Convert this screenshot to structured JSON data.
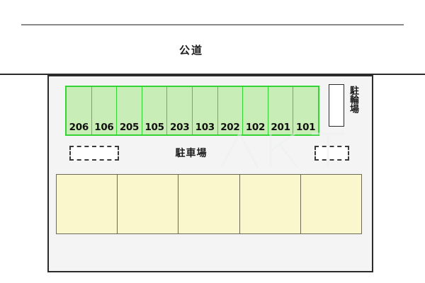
{
  "diagram": {
    "road": {
      "label": "公道"
    },
    "property": {
      "parking_area": {
        "label": "駐車場",
        "stalls": [
          {
            "number": "206"
          },
          {
            "number": "106"
          },
          {
            "number": "205"
          },
          {
            "number": "105"
          },
          {
            "number": "203"
          },
          {
            "number": "103"
          },
          {
            "number": "202"
          },
          {
            "number": "102"
          },
          {
            "number": "201"
          },
          {
            "number": "101"
          }
        ]
      },
      "bicycle_parking": {
        "label": "駐輪場"
      },
      "building": {
        "units": [
          {
            "index": "1"
          },
          {
            "index": "2"
          },
          {
            "index": "3"
          },
          {
            "index": "4"
          },
          {
            "index": "5"
          }
        ]
      }
    },
    "colors": {
      "stall_fill": "#c9edb6",
      "stall_border": "#35d435",
      "building_fill": "#fbf7cd",
      "building_border": "#6d6a57",
      "property_fill": "#f4f4f4",
      "property_border": "#2b2b2b",
      "road_line": "#8a8a8a",
      "text": "#1a1a1a"
    }
  }
}
